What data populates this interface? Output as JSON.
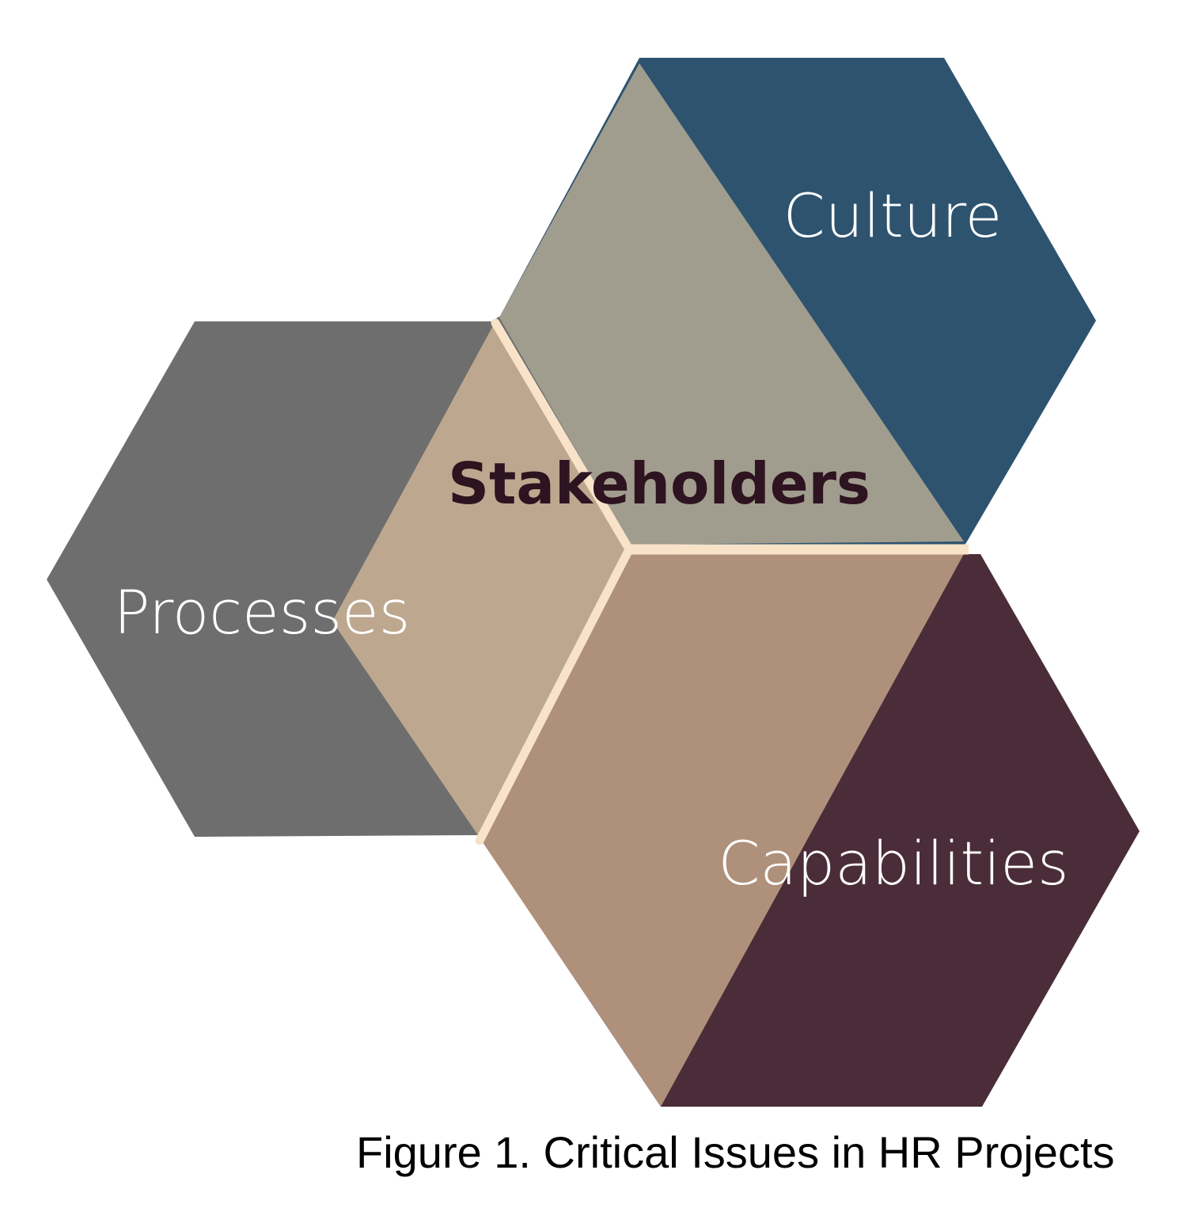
{
  "diagram": {
    "center": {
      "label": "Stakeholders"
    },
    "hexagons": [
      {
        "label": "Culture"
      },
      {
        "label": "Processes"
      },
      {
        "label": "Capabilities"
      }
    ]
  },
  "caption": "Figure 1. Critical Issues in HR Projects",
  "colors": {
    "culture": "#2D536F",
    "processes": "#6E6E6E",
    "capabilities": "#4A2D38",
    "overlap_culture": "#A09D8E",
    "overlap_processes": "#BDA88F",
    "overlap_capabilities": "#AF907B",
    "divider": "#F8E3C9",
    "center_text": "#2E1320"
  }
}
